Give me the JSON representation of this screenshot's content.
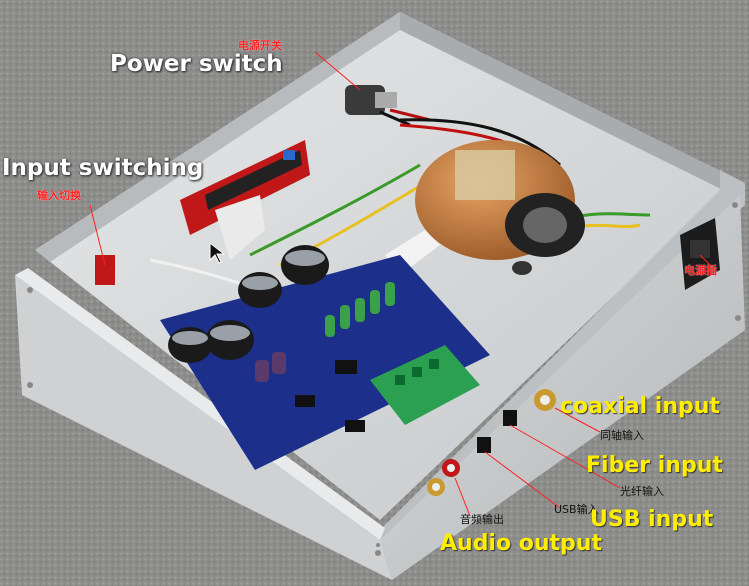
{
  "labels": {
    "power_switch_en": "Power switch",
    "power_switch_zh": "电源开关",
    "input_switching_en": "Input switching",
    "input_switching_zh": "输入切换",
    "power_socket_zh": "电源插",
    "coaxial_en": "coaxial input",
    "coaxial_zh": "同轴输入",
    "fiber_en": "Fiber input",
    "fiber_zh": "光纤输入",
    "usb_en": "USB input",
    "usb_zh": "USB输入",
    "audio_en": "Audio output",
    "audio_zh": "音频输出"
  },
  "colors": {
    "background_carpet": "#8a8a88",
    "chassis": "#c9cbcc",
    "label_yellow": "#ffee00",
    "label_red": "#ff2020",
    "pcb_blue": "#1c2f8a",
    "transformer_copper": "#c07a3c"
  }
}
